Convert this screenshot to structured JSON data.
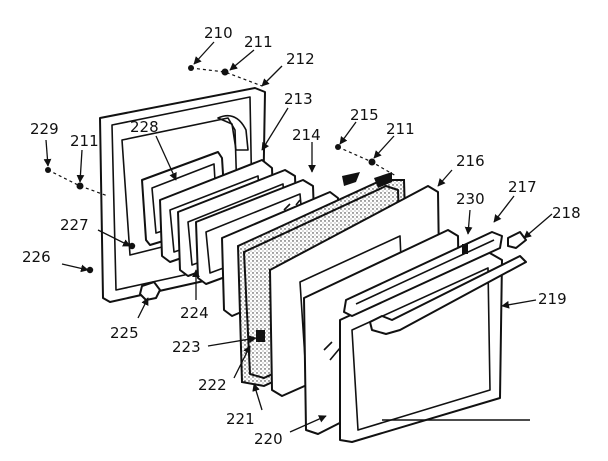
{
  "diagram": {
    "callouts": {
      "c210": "210",
      "c211a": "211",
      "c212": "212",
      "c213": "213",
      "c214": "214",
      "c215": "215",
      "c211b": "211",
      "c216": "216",
      "c217": "217",
      "c218": "218",
      "c219": "219",
      "c220": "220",
      "c221": "221",
      "c222": "222",
      "c223": "223",
      "c224": "224",
      "c225": "225",
      "c226": "226",
      "c227": "227",
      "c228": "228",
      "c229": "229",
      "c211c": "211",
      "c230": "230"
    }
  }
}
